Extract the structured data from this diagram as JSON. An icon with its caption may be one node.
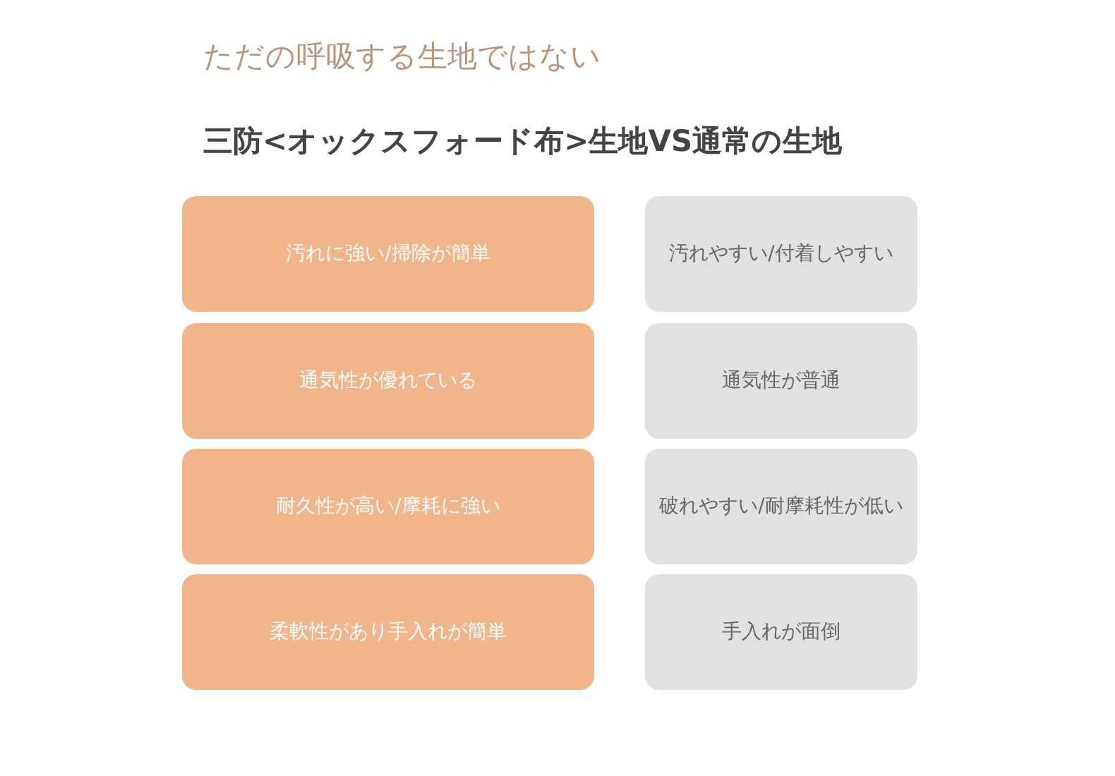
{
  "diagram": {
    "title": "三防<オックスフォード布>生地VS通常の生地",
    "nodes": [
      {
        "text": [
          "汚れに強い/掃除が簡単"
        ]
      },
      {
        "text": [
          "汚れやすい/付着しやすい"
        ]
      },
      {
        "text": [
          "通気性が優れている"
        ]
      },
      {
        "text": [
          "通気性が普通"
        ]
      },
      {
        "text": [
          "耐久性が高い/摩耗に強い"
        ]
      },
      {
        "text": [
          "破れやすい/耐摩耗性が低い"
        ]
      },
      {
        "text": [
          "柔軟性があり手入れが簡単"
        ]
      },
      {
        "text": [
          "手入れが面倒"
        ]
      }
    ],
    "labels": [
      "ただの呼吸する生地ではない"
    ]
  }
}
